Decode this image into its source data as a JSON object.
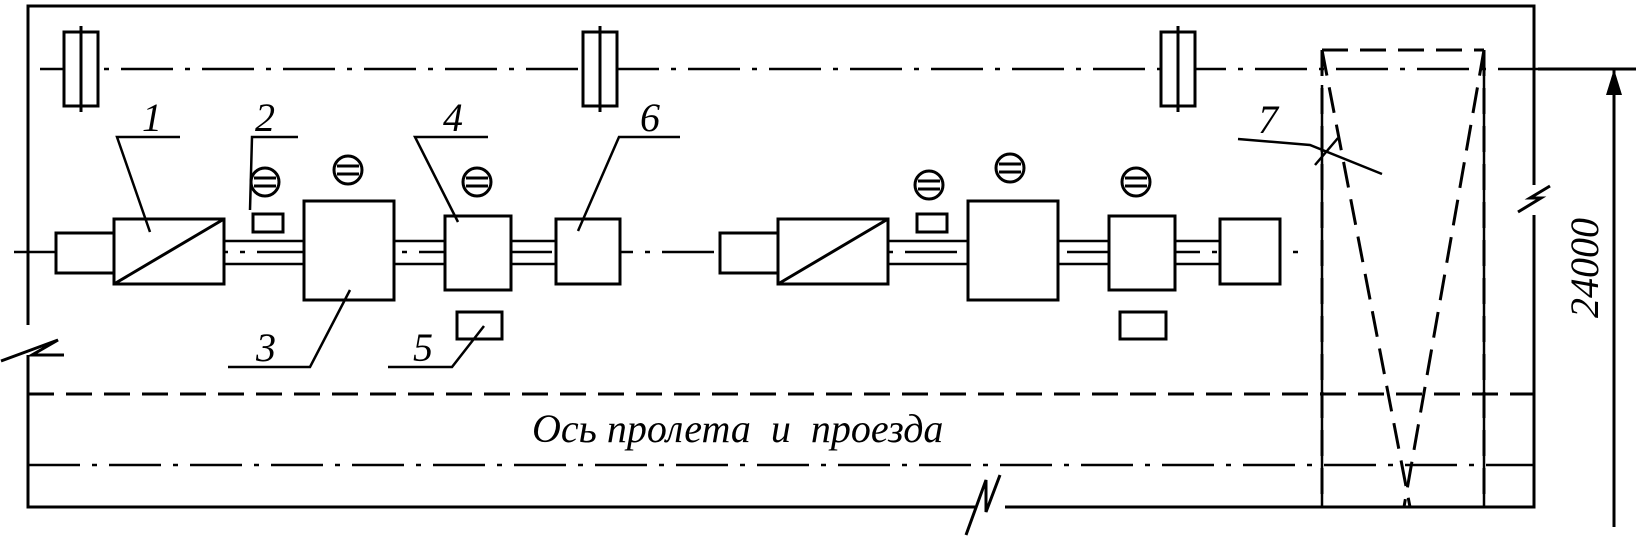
{
  "labels": {
    "l1": "1",
    "l2": "2",
    "l3": "3",
    "l4": "4",
    "l5": "5",
    "l6": "6",
    "l7": "7"
  },
  "caption": "Ось пролета  и  проезда",
  "dimension": "24000"
}
